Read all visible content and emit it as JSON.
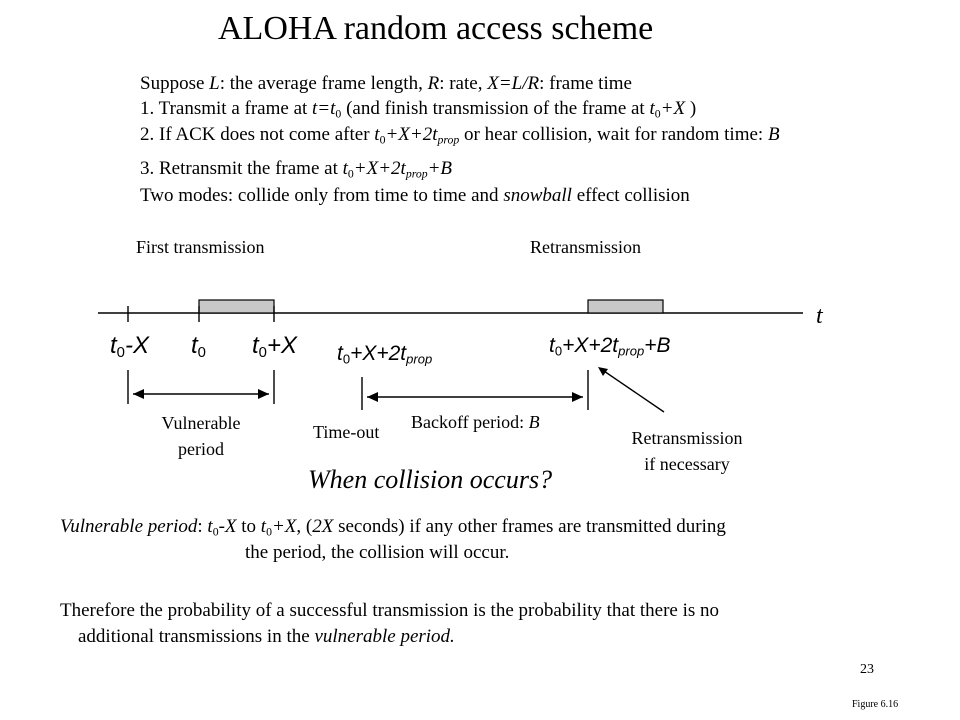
{
  "title": "ALOHA random access scheme",
  "bullets": {
    "line0": {
      "a": "Suppose ",
      "L": "L",
      "b": ": the average frame length, ",
      "R": "R",
      "c": ": rate, ",
      "X": "X=L/R",
      "d": ": frame time"
    },
    "line1": {
      "a": "1. Transmit a frame at ",
      "t": "t=t",
      "s": "0",
      "b": " (and finish transmission of the frame at ",
      "t2": "t",
      "s2": "0",
      "c": "+X",
      "d": " )"
    },
    "line2": {
      "a": "2. If ACK does not come after ",
      "t": "t",
      "s": "0",
      "b": "+X+2t",
      "s2": "prop",
      "c": " or hear collision, wait for random time: ",
      "B": "B"
    },
    "line3": {
      "a": "3. Retransmit the frame at ",
      "t": "t",
      "s": "0",
      "b": "+X+2t",
      "s2": "prop",
      "c": "+B"
    },
    "line4": {
      "a": "Two modes: collide only from time to time and ",
      "em": "snowball",
      "b": " effect collision"
    }
  },
  "diagram": {
    "first_transmission": "First transmission",
    "retransmission": "Retransmission",
    "axis_t": "t",
    "lbl_t0mx": {
      "a": "t",
      "s": "0",
      "b": "-X"
    },
    "lbl_t0": {
      "a": "t",
      "s": "0"
    },
    "lbl_t0px": {
      "a": "t",
      "s": "0",
      "b": "+X"
    },
    "lbl_timeout": {
      "a": "t",
      "s": "0",
      "b": "+X+2t",
      "s2": "prop"
    },
    "lbl_retx": {
      "a": "t",
      "s": "0",
      "b": "+X+2t",
      "s2": "prop",
      "c": "+B"
    },
    "vulnerable_line1": "Vulnerable",
    "vulnerable_line2": "period",
    "timeout": "Time-out",
    "backoff": {
      "a": "Backoff period: ",
      "B": "B"
    },
    "retx_line1": "Retransmission",
    "retx_line2": "if necessary"
  },
  "question": "When collision occurs?",
  "para1": {
    "em": "Vulnerable period",
    "a": ": ",
    "t": "t",
    "s": "0",
    "b": "-X",
    "c": " to ",
    "t2": "t",
    "s2": "0",
    "d": "+X",
    "e": ", (",
    "f": "2X",
    "g": " seconds) if any other frames are transmitted during",
    "line2": "the period, the collision will occur."
  },
  "para2": {
    "line1": "Therefore the probability of a successful transmission is the probability that there is no",
    "a": "additional transmissions in the ",
    "em": "vulnerable period.",
    "b": ""
  },
  "page_number": "23",
  "figure": "Figure 6.16",
  "colors": {
    "frame_fill": "#c8c8c8",
    "stroke": "#000000"
  }
}
